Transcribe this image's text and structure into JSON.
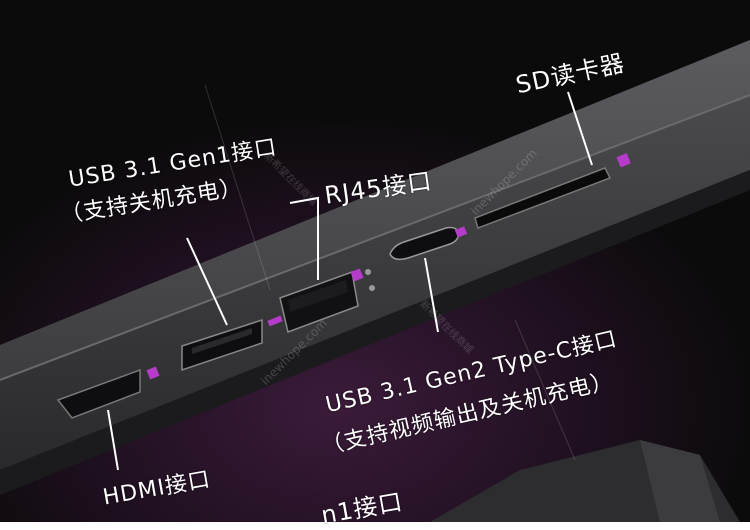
{
  "labels": {
    "usb31_gen1_title": "USB 3.1 Gen1接口",
    "usb31_gen1_note": "（支持关机充电）",
    "rj45": "RJ45接口",
    "sd_reader": "SD读卡器",
    "usb31_gen2_title": "USB 3.1 Gen2 Type-C接口",
    "usb31_gen2_note": "（支持视频输出及关机充电）",
    "hdmi": "HDMI接口",
    "bottom_partial": "n1接口"
  },
  "watermarks": {
    "site_a": "inewhope.com",
    "site_b": "inewhope.com",
    "store_a": "新希望在线商城",
    "store_b": "新希望在线商城"
  },
  "colors": {
    "background_top": "#0c0b0c",
    "background_glow": "#3b1b3a",
    "chassis": "#4a4a4c",
    "accent_purple": "#b43cc8"
  }
}
